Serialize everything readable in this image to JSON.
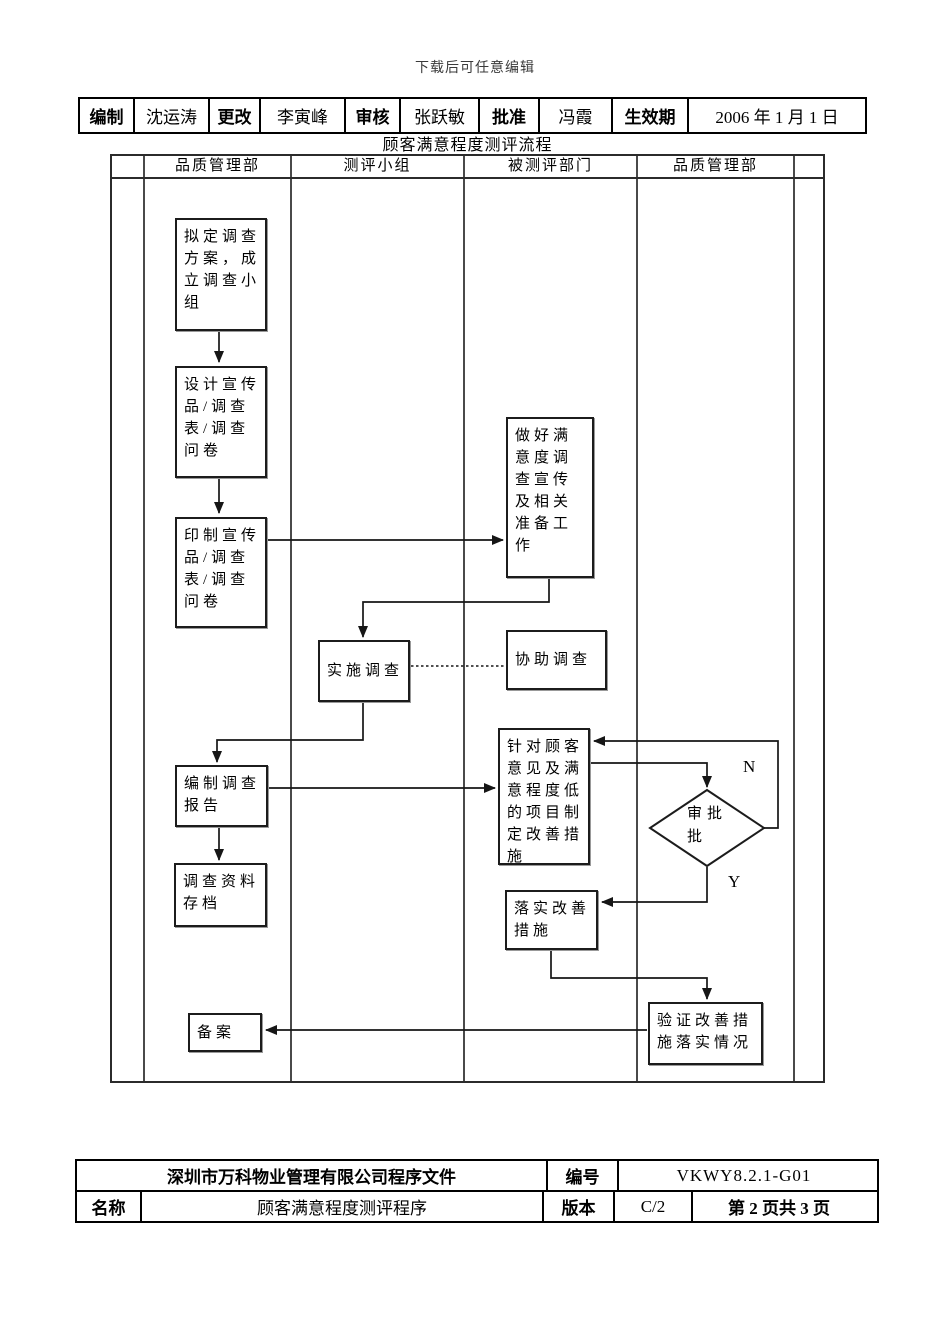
{
  "watermark": "下载后可任意编辑",
  "approval": {
    "fields": [
      {
        "label": "编制",
        "value": "沈运涛"
      },
      {
        "label": "更改",
        "value": "李寅峰"
      },
      {
        "label": "审核",
        "value": "张跃敏"
      },
      {
        "label": "批准",
        "value": "冯霞"
      },
      {
        "label": "生效期",
        "value": "2006 年 1 月 1 日"
      }
    ]
  },
  "flowchart": {
    "title": "顾客满意程度测评流程",
    "lanes": [
      "品质管理部",
      "测评小组",
      "被测评部门",
      "品质管理部"
    ],
    "nodes": {
      "draft_plan": "拟定调查方案，成立调查小组",
      "design_materials": "设计宣传品/调查表/调查问卷",
      "print_materials": "印制宣传品/调查表/调查问卷",
      "prepare_publicity": "做好满意度调查宣传及相关准备工作",
      "conduct_survey": "实施调查",
      "assist_survey": "协助调查",
      "compile_report": "编制调查报告",
      "archive_data": "调查资料存档",
      "improvement_measures": "针对顾客意见及满意程度低的项目制定改善措施",
      "implement_measures": "落实改善措施",
      "verify_implementation": "验证改善措施落实情况",
      "filing": "备案"
    },
    "decision": {
      "line1": "审批",
      "line2": "批"
    },
    "branches": {
      "no": "N",
      "yes": "Y"
    }
  },
  "footer": {
    "company_doc_title": "深圳市万科物业管理有限公司程序文件",
    "doc_no_label": "编号",
    "doc_no": "VKWY8.2.1-G01",
    "name_label": "名称",
    "doc_name": "顾客满意程度测评程序",
    "version_label": "版本",
    "version": "C/2",
    "page_info": "第 2 页共 3 页"
  }
}
